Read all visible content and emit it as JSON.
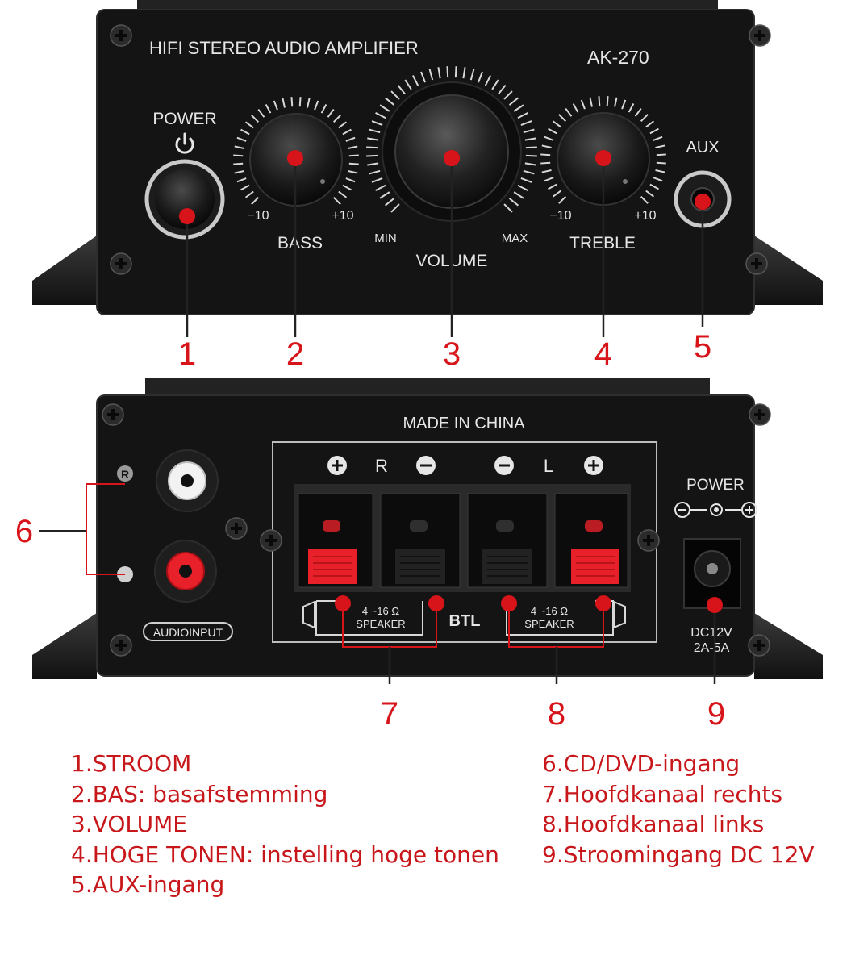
{
  "front_panel": {
    "title": "HIFI STEREO AUDIO AMPLIFIER",
    "model": "AK-270",
    "power_label": "POWER",
    "bass_label": "BASS",
    "bass_min": "−10",
    "bass_max": "+10",
    "volume_label": "VOLUME",
    "volume_min": "MIN",
    "volume_max": "MAX",
    "treble_label": "TREBLE",
    "treble_min": "−10",
    "treble_max": "+10",
    "aux_label": "AUX"
  },
  "back_panel": {
    "made_in": "MADE IN CHINA",
    "r_label": "R",
    "l_label": "L",
    "rca_r_label": "R",
    "audio_input_label": "AUDIOINPUT",
    "speaker_right_impedance": "4 ~16 Ω",
    "speaker_right_label": "SPEAKER",
    "btl_label": "BTL",
    "speaker_left_impedance": "4 ~16 Ω",
    "speaker_left_label": "SPEAKER",
    "power_label": "POWER",
    "dc_label_1": "DC12V",
    "dc_label_2": "2A-5A"
  },
  "callouts": {
    "n1": "1",
    "n2": "2",
    "n3": "3",
    "n4": "4",
    "n5": "5",
    "n6": "6",
    "n7": "7",
    "n8": "8",
    "n9": "9"
  },
  "legend": {
    "left": [
      "1.STROOM",
      "2.BAS: basafstemming",
      "3.VOLUME",
      "4.HOGE TONEN: instelling hoge tonen",
      "5.AUX-ingang"
    ],
    "right": [
      "6.CD/DVD-ingang",
      "7.Hoofdkanaal rechts",
      "8.Hoofdkanaal links",
      "9.Stroomingang DC 12V"
    ]
  },
  "colors": {
    "panel": "#141414",
    "panel_text": "#e6e6e6",
    "callout_red": "#d7141a",
    "legend_red": "#c8171b",
    "terminal_red": "#e8202a"
  }
}
